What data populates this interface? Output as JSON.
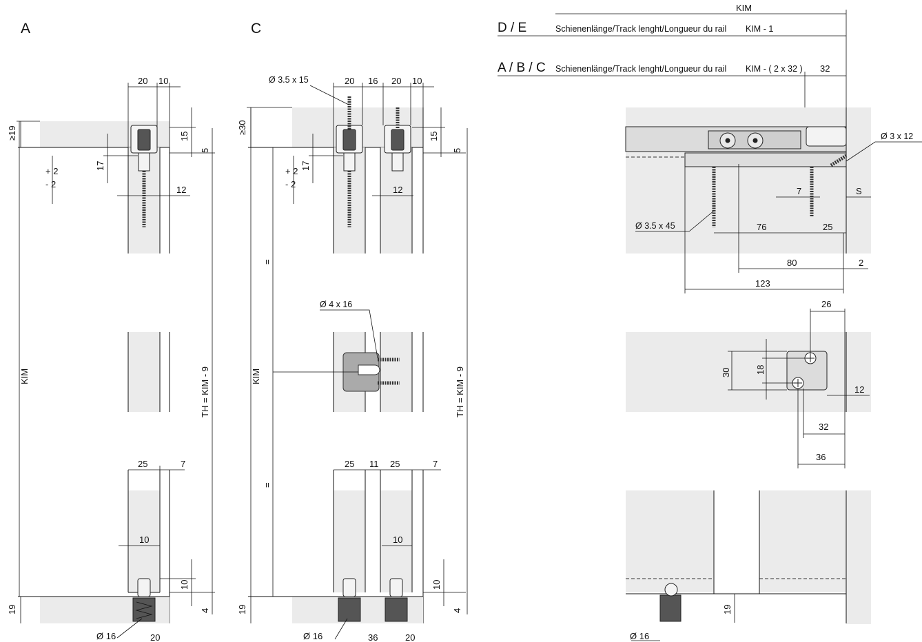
{
  "views": {
    "a_label": "A",
    "c_label": "C",
    "de_label": "D / E",
    "abc_label": "A / B / C"
  },
  "header": {
    "kim_top": "KIM",
    "de_text": "Schienenlänge/Track lenght/Longueur du rail",
    "de_formula": "KIM - 1",
    "abc_text": "Schienenlänge/Track lenght/Longueur du rail",
    "abc_formula": "KIM - ( 2 x 32 )",
    "dim_32": "32"
  },
  "view_a": {
    "d20": "20",
    "d10": "10",
    "d19": "≥19",
    "d15": "15",
    "d5": "5",
    "d17": "17",
    "tol_plus": "+ 2",
    "tol_minus": "- 2",
    "d12": "12",
    "kim": "KIM",
    "th": "TH = KIM - 9",
    "d25": "25",
    "d7": "7",
    "d10b": "10",
    "d10c": "10",
    "d19b": "19",
    "d4": "4",
    "dia16": "Ø 16",
    "d20b": "20"
  },
  "view_c": {
    "screw_top": "Ø 3.5 x 15",
    "d20a": "20",
    "d16": "16",
    "d20b": "20",
    "d10": "10",
    "d30": "≥30",
    "d15": "15",
    "d5": "5",
    "d17": "17",
    "tol_plus": "+ 2",
    "tol_minus": "- 2",
    "d12": "12",
    "eq1": "=",
    "eq2": "=",
    "kim": "KIM",
    "th": "TH = KIM - 9",
    "screw_mid": "Ø 4 x 16",
    "d25a": "25",
    "d11": "11",
    "d25b": "25",
    "d7": "7",
    "d10b": "10",
    "d10c": "10",
    "d19": "19",
    "d4": "4",
    "dia16": "Ø 16",
    "d36": "36",
    "d20c": "20"
  },
  "view_de": {
    "screw_right": "Ø 3 x 12",
    "screw_left": "Ø 3.5 x 45",
    "d7": "7",
    "ds": "S",
    "d76": "76",
    "d25": "25",
    "d80": "80",
    "d2": "2",
    "d123": "123",
    "d26": "26",
    "d30": "30",
    "d18": "18",
    "d12": "12",
    "d32": "32",
    "d36": "36",
    "d19": "19",
    "dia16": "Ø 16"
  }
}
